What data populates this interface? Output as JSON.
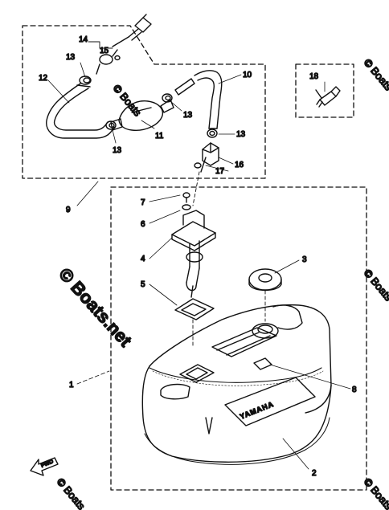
{
  "diagram": {
    "callouts": [
      "1",
      "2",
      "3",
      "4",
      "5",
      "6",
      "7",
      "8",
      "9",
      "10",
      "11",
      "12",
      "13",
      "14",
      "15",
      "16",
      "17",
      "18"
    ],
    "callouts_13": [
      "13",
      "13",
      "13",
      "13"
    ],
    "tank_brand": "YAMAHA",
    "fwd_label": "FWD",
    "watermark": "© Boats.net",
    "corner_watermark": "© Boats"
  }
}
